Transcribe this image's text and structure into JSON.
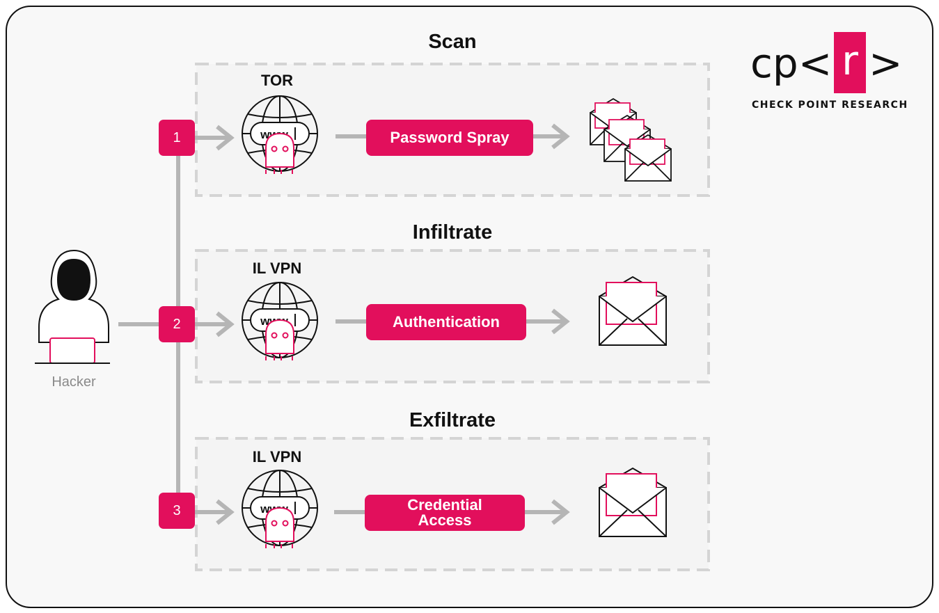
{
  "logo": {
    "prefix": "cp<",
    "highlight": "r",
    "suffix": ">",
    "subtitle": "CHECK POINT RESEARCH"
  },
  "actor": {
    "label": "Hacker"
  },
  "stages": [
    {
      "step": "1",
      "title": "Scan",
      "network": "TOR",
      "action": "Password Spray"
    },
    {
      "step": "2",
      "title": "Infiltrate",
      "network": "IL VPN",
      "action": "Authentication"
    },
    {
      "step": "3",
      "title": "Exfiltrate",
      "network": "IL VPN",
      "action": "Credential\nAccess"
    }
  ],
  "icons": {
    "actor": "hooded-hacker-icon",
    "network": "www-globe-ghost-icon",
    "target_scan": "multiple-envelopes-icon",
    "target": "open-envelope-icon"
  },
  "colors": {
    "accent": "#e20f5c",
    "connector": "#b5b5b5",
    "panel_border": "#d4d4d4",
    "panel_fill": "#f4f4f4",
    "background": "#f8f8f8"
  }
}
